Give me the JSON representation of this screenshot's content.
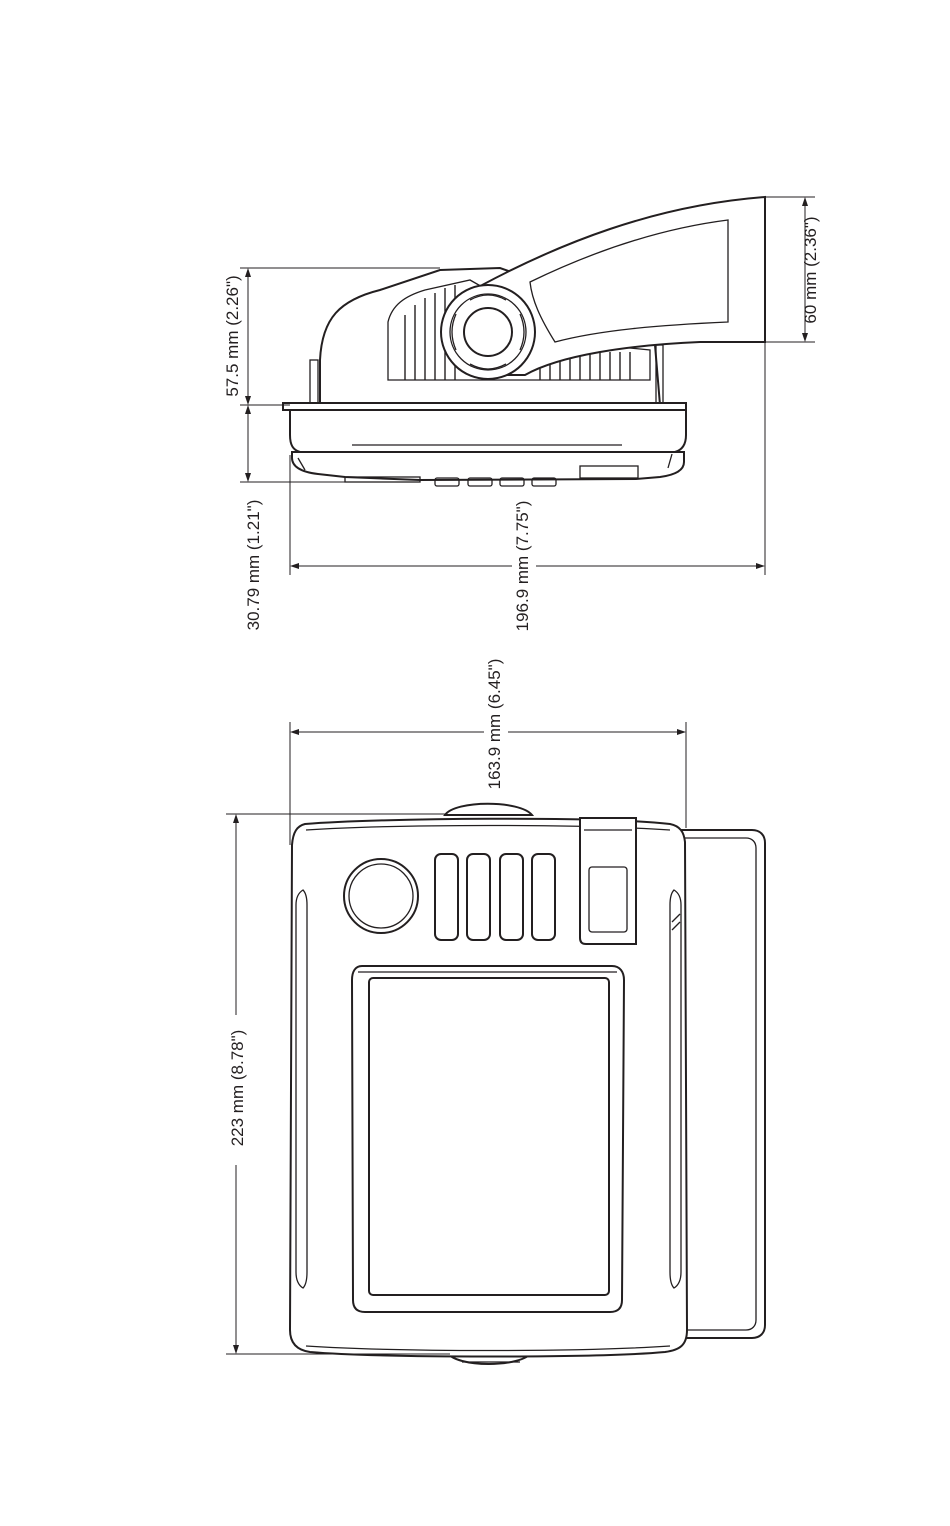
{
  "dimensions": {
    "bracket_height": "60 mm (2.36\")",
    "rear_depth": "57.5 mm (2.26\")",
    "front_depth": "30.79 mm (1.21\")",
    "overall_width": "196.9 mm (7.75\")",
    "front_width": "163.9 mm (6.45\")",
    "front_height": "223 mm (8.78\")"
  },
  "colors": {
    "line": "#231f20",
    "background": "#ffffff"
  }
}
